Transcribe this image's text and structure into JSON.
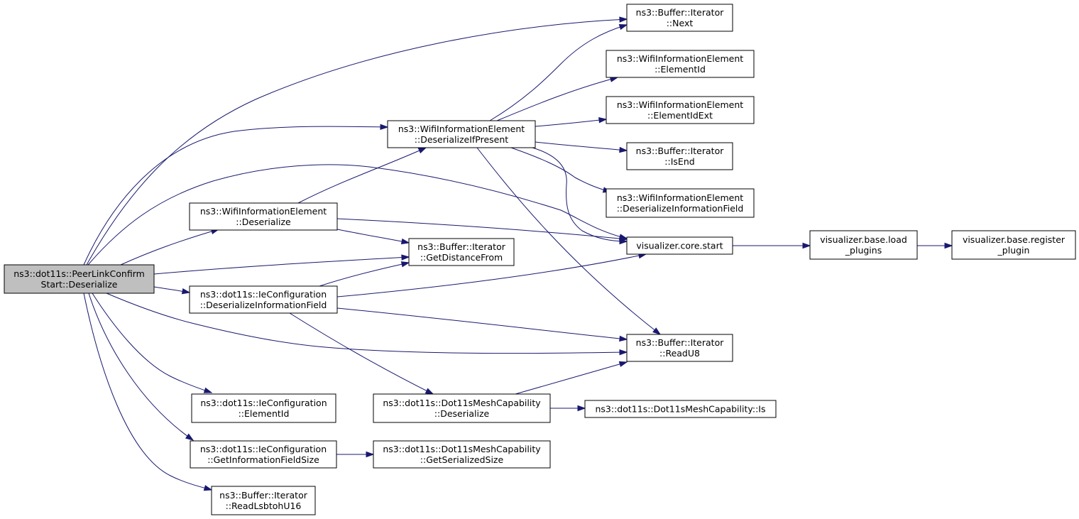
{
  "diagram": {
    "type": "call-graph",
    "nodes": {
      "root": [
        "ns3::dot11s::PeerLinkConfirm",
        "Start::Deserialize"
      ],
      "next": [
        "ns3::Buffer::Iterator",
        "::Next"
      ],
      "wie_elementid": [
        "ns3::WifiInformationElement",
        "::ElementId"
      ],
      "wie_elementidext": [
        "ns3::WifiInformationElement",
        "::ElementIdExt"
      ],
      "isend": [
        "ns3::Buffer::Iterator",
        "::IsEnd"
      ],
      "wie_desinfofield": [
        "ns3::WifiInformationElement",
        "::DeserializeInformationField"
      ],
      "wie_desifpresent": [
        "ns3::WifiInformationElement",
        "::DeserializeIfPresent"
      ],
      "wie_deserialize": [
        "ns3::WifiInformationElement",
        "::Deserialize"
      ],
      "getdistancefrom": [
        "ns3::Buffer::Iterator",
        "::GetDistanceFrom"
      ],
      "vis_core_start": [
        "visualizer.core.start"
      ],
      "vis_load_plugins": [
        "visualizer.base.load",
        "_plugins"
      ],
      "vis_register_plugin": [
        "visualizer.base.register",
        "_plugin"
      ],
      "iecfg_desinfofield": [
        "ns3::dot11s::IeConfiguration",
        "::DeserializeInformationField"
      ],
      "readu8": [
        "ns3::Buffer::Iterator",
        "::ReadU8"
      ],
      "iecfg_elementid": [
        "ns3::dot11s::IeConfiguration",
        "::ElementId"
      ],
      "meshcap_deserialize": [
        "ns3::dot11s::Dot11sMeshCapability",
        "::Deserialize"
      ],
      "meshcap_is": [
        "ns3::dot11s::Dot11sMeshCapability::Is"
      ],
      "iecfg_getinfofieldsize": [
        "ns3::dot11s::IeConfiguration",
        "::GetInformationFieldSize"
      ],
      "meshcap_getserializedsize": [
        "ns3::dot11s::Dot11sMeshCapability",
        "::GetSerializedSize"
      ],
      "readlsbtohu16": [
        "ns3::Buffer::Iterator",
        "::ReadLsbtohU16"
      ]
    },
    "edges": [
      [
        "root",
        "next"
      ],
      [
        "root",
        "wie_desifpresent"
      ],
      [
        "root",
        "vis_core_start"
      ],
      [
        "root",
        "wie_deserialize"
      ],
      [
        "root",
        "getdistancefrom"
      ],
      [
        "root",
        "iecfg_desinfofield"
      ],
      [
        "root",
        "readu8"
      ],
      [
        "root",
        "iecfg_elementid"
      ],
      [
        "root",
        "iecfg_getinfofieldsize"
      ],
      [
        "root",
        "readlsbtohu16"
      ],
      [
        "wie_desifpresent",
        "next"
      ],
      [
        "wie_desifpresent",
        "wie_elementid"
      ],
      [
        "wie_desifpresent",
        "wie_elementidext"
      ],
      [
        "wie_desifpresent",
        "isend"
      ],
      [
        "wie_desifpresent",
        "wie_desinfofield"
      ],
      [
        "wie_desifpresent",
        "vis_core_start"
      ],
      [
        "wie_desifpresent",
        "readu8"
      ],
      [
        "wie_deserialize",
        "wie_desifpresent"
      ],
      [
        "wie_deserialize",
        "vis_core_start"
      ],
      [
        "wie_deserialize",
        "getdistancefrom"
      ],
      [
        "iecfg_desinfofield",
        "getdistancefrom"
      ],
      [
        "iecfg_desinfofield",
        "vis_core_start"
      ],
      [
        "iecfg_desinfofield",
        "readu8"
      ],
      [
        "iecfg_desinfofield",
        "meshcap_deserialize"
      ],
      [
        "meshcap_deserialize",
        "readu8"
      ],
      [
        "meshcap_deserialize",
        "meshcap_is"
      ],
      [
        "iecfg_getinfofieldsize",
        "meshcap_getserializedsize"
      ],
      [
        "vis_core_start",
        "vis_load_plugins"
      ],
      [
        "vis_load_plugins",
        "vis_register_plugin"
      ]
    ]
  }
}
